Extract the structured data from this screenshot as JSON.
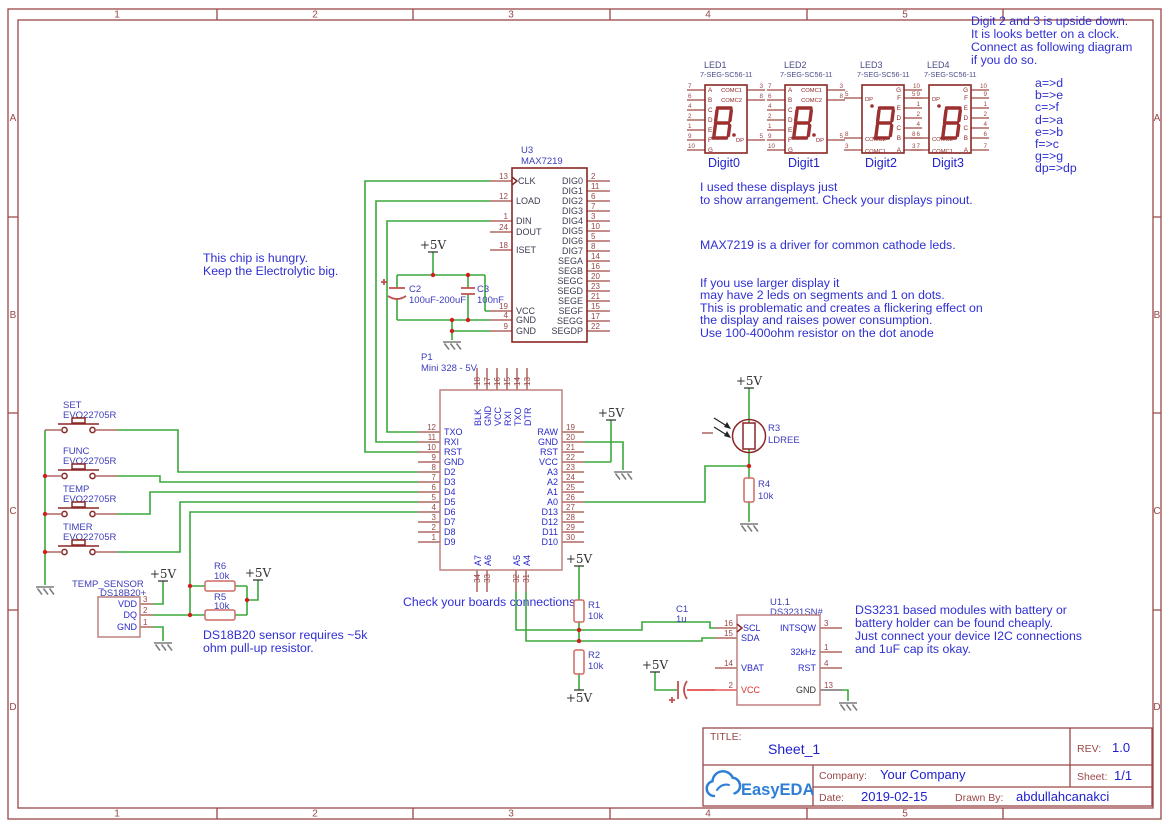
{
  "power": {
    "v5": "+5V"
  },
  "frame": {
    "cols": [
      "1",
      "2",
      "3",
      "4",
      "5"
    ],
    "rows": [
      "A",
      "B",
      "C",
      "D"
    ]
  },
  "notes": {
    "upside": [
      "Digit 2 and 3 is upside down.",
      "It is looks better on a clock.",
      "Connect as following diagram",
      "if you do so."
    ],
    "mapping": [
      "a=>d",
      "b=>e",
      "c=>f",
      "d=>a",
      "e=>b",
      "f=>c",
      "g=>g",
      "dp=>dp"
    ],
    "displays": [
      "I used these displays just",
      "to show arrangement. Check your displays pinout."
    ],
    "driver": "MAX7219 is a driver for common cathode leds.",
    "larger": [
      "If you use larger display it",
      "may have 2 leds on segments and 1 on dots.",
      "This is problematic and creates a flickering effect on",
      "the display and raises power consumption.",
      "Use 100-400ohm resistor on the dot anode"
    ],
    "hungry": [
      "This chip is hungry.",
      "Keep the Electrolytic big."
    ],
    "check": "Check your boards connections",
    "pullup": [
      "DS18B20 sensor requires ~5k",
      "ohm pull-up resistor."
    ],
    "rtc": [
      "DS3231 based modules with battery or",
      "battery holder can be found cheaply.",
      "Just connect your device I2C connections",
      "and 1uF cap its okay."
    ]
  },
  "leds": {
    "part": "7-SEG-SC56-11",
    "refs": [
      "LED1",
      "LED2",
      "LED3",
      "LED4"
    ],
    "digits": [
      "Digit0",
      "Digit1",
      "Digit2",
      "Digit3"
    ],
    "a_letters": [
      "A",
      "B",
      "C",
      "D",
      "E",
      "F",
      "G"
    ],
    "a_nums": [
      "7",
      "6",
      "4",
      "2",
      "1",
      "9",
      "10"
    ],
    "a_right": [
      {
        "name": "COMC1",
        "num": "3"
      },
      {
        "name": "COMC2",
        "num": "8"
      },
      {
        "name": "DP",
        "num": "5"
      }
    ],
    "b_left": [
      {
        "name": "DP",
        "num": "5"
      },
      {
        "name": "COMC2",
        "num": "8"
      },
      {
        "name": "COMC1",
        "num": "3"
      }
    ],
    "b_letters": [
      "G",
      "F",
      "E",
      "D",
      "C",
      "B",
      "A"
    ],
    "b_nums": [
      "10",
      "9",
      "1",
      "2",
      "4",
      "6",
      "7"
    ]
  },
  "u3": {
    "ref": "U3",
    "part": "MAX7219",
    "left": [
      {
        "name": "CLK",
        "num": "13"
      },
      {
        "name": "LOAD",
        "num": "12"
      },
      {
        "name": "DIN",
        "num": "1"
      },
      {
        "name": "DOUT",
        "num": "24"
      },
      {
        "name": "ISET",
        "num": "18"
      },
      {
        "name": "VCC",
        "num": "19"
      },
      {
        "name": "GND",
        "num": "4"
      },
      {
        "name": "GND",
        "num": "9"
      }
    ],
    "right": [
      {
        "name": "DIG0",
        "num": "2"
      },
      {
        "name": "DIG1",
        "num": "11"
      },
      {
        "name": "DIG2",
        "num": "6"
      },
      {
        "name": "DIG3",
        "num": "7"
      },
      {
        "name": "DIG4",
        "num": "3"
      },
      {
        "name": "DIG5",
        "num": "10"
      },
      {
        "name": "DIG6",
        "num": "5"
      },
      {
        "name": "DIG7",
        "num": "8"
      },
      {
        "name": "SEGA",
        "num": "14"
      },
      {
        "name": "SEGB",
        "num": "16"
      },
      {
        "name": "SEGC",
        "num": "20"
      },
      {
        "name": "SEGD",
        "num": "23"
      },
      {
        "name": "SEGE",
        "num": "21"
      },
      {
        "name": "SEGF",
        "num": "15"
      },
      {
        "name": "SEGG",
        "num": "17"
      },
      {
        "name": "SEGDP",
        "num": "22"
      }
    ]
  },
  "p1": {
    "ref": "P1",
    "part": "Mini 328 - 5V",
    "top": [
      {
        "name": "BLK",
        "num": "18"
      },
      {
        "name": "GND",
        "num": "17"
      },
      {
        "name": "VCC",
        "num": "16"
      },
      {
        "name": "RXI",
        "num": "15"
      },
      {
        "name": "TXO",
        "num": "14"
      },
      {
        "name": "DTR",
        "num": "13"
      }
    ],
    "left": [
      {
        "name": "TXO",
        "num": "12"
      },
      {
        "name": "RXI",
        "num": "11"
      },
      {
        "name": "RST",
        "num": "10"
      },
      {
        "name": "GND",
        "num": "9"
      },
      {
        "name": "D2",
        "num": "8"
      },
      {
        "name": "D3",
        "num": "7"
      },
      {
        "name": "D4",
        "num": "6"
      },
      {
        "name": "D5",
        "num": "5"
      },
      {
        "name": "D6",
        "num": "4"
      },
      {
        "name": "D7",
        "num": "3"
      },
      {
        "name": "D8",
        "num": "2"
      },
      {
        "name": "D9",
        "num": "1"
      }
    ],
    "right": [
      {
        "name": "RAW",
        "num": "19"
      },
      {
        "name": "GND",
        "num": "20"
      },
      {
        "name": "RST",
        "num": "21"
      },
      {
        "name": "VCC",
        "num": "22"
      },
      {
        "name": "A3",
        "num": "23"
      },
      {
        "name": "A2",
        "num": "24"
      },
      {
        "name": "A1",
        "num": "25"
      },
      {
        "name": "A0",
        "num": "26"
      },
      {
        "name": "D13",
        "num": "27"
      },
      {
        "name": "D12",
        "num": "28"
      },
      {
        "name": "D11",
        "num": "29"
      },
      {
        "name": "D10",
        "num": "30"
      }
    ],
    "bottom": [
      {
        "name": "A7",
        "num": "34"
      },
      {
        "name": "A6",
        "num": "33"
      },
      {
        "name": "A5",
        "num": "32"
      },
      {
        "name": "A4",
        "num": "31"
      }
    ]
  },
  "buttons": [
    {
      "name": "SET",
      "part": "EVQ22705R"
    },
    {
      "name": "FUNC",
      "part": "EVQ22705R"
    },
    {
      "name": "TEMP",
      "part": "EVQ22705R"
    },
    {
      "name": "TIMER",
      "part": "EVQ22705R"
    }
  ],
  "sensor": {
    "ref": "TEMP_SENSOR",
    "part": "DS18B20+",
    "pins": [
      {
        "name": "VDD",
        "num": "3"
      },
      {
        "name": "DQ",
        "num": "2"
      },
      {
        "name": "GND",
        "num": "1"
      }
    ]
  },
  "rtc": {
    "ref": "U1.1",
    "part": "DS3231SN#",
    "left": [
      {
        "name": "SCL",
        "num": "16"
      },
      {
        "name": "SDA",
        "num": "15"
      },
      {
        "name": "VBAT",
        "num": "14"
      },
      {
        "name": "VCC",
        "num": "2"
      }
    ],
    "right": [
      {
        "name": "INTSQW",
        "num": "3"
      },
      {
        "name": "32kHz",
        "num": "1"
      },
      {
        "name": "RST",
        "num": "4"
      },
      {
        "name": "GND",
        "num": "13"
      }
    ]
  },
  "r1": {
    "ref": "R1",
    "val": "10k"
  },
  "r2": {
    "ref": "R2",
    "val": "10k"
  },
  "r3": {
    "ref": "R3",
    "val": "LDREE"
  },
  "r4": {
    "ref": "R4",
    "val": "10k"
  },
  "r5": {
    "ref": "R5",
    "val": "10k"
  },
  "r6": {
    "ref": "R6",
    "val": "10k"
  },
  "c1": {
    "ref": "C1",
    "val": "1u"
  },
  "c2": {
    "ref": "C2",
    "val": "100uF-200uF"
  },
  "c3": {
    "ref": "C3",
    "val": "100nF"
  },
  "titleblock": {
    "title_label": "TITLE:",
    "title": "Sheet_1",
    "rev_label": "REV:",
    "rev": "1.0",
    "company_label": "Company:",
    "company": "Your Company",
    "sheet_label": "Sheet:",
    "sheet": "1/1",
    "date_label": "Date:",
    "date": "2019-02-15",
    "drawn_label": "Drawn By:",
    "drawn": "abdullahcanakci",
    "logo": "EasyEDA"
  }
}
